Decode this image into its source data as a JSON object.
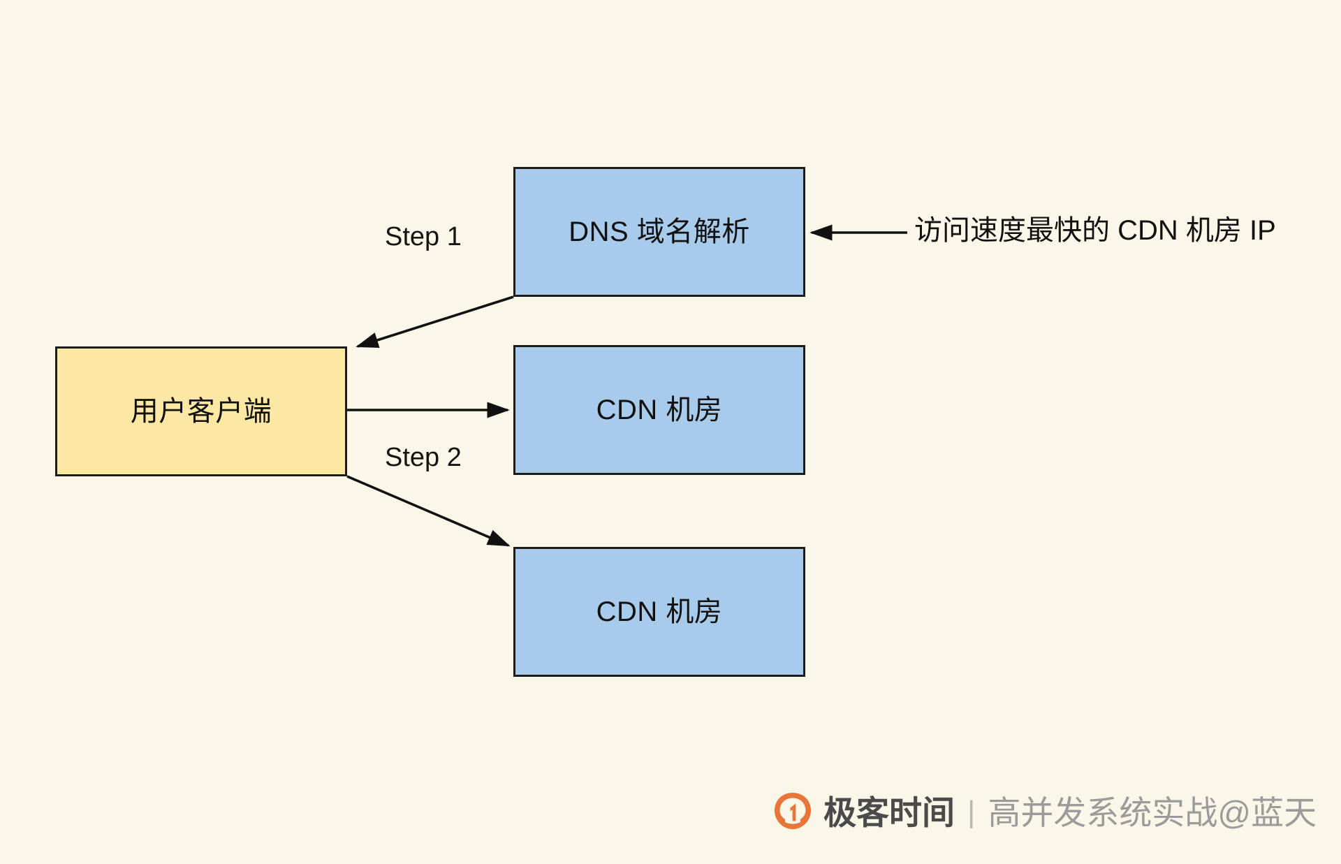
{
  "diagram": {
    "background_color": "#faf7e9",
    "nodes": [
      {
        "id": "dns",
        "label": "DNS 域名解析",
        "fill": "#a9cbeb",
        "stroke": "#1b1b1b"
      },
      {
        "id": "client",
        "label": "用户客户端",
        "fill": "#fce8a2",
        "stroke": "#1b1b1b"
      },
      {
        "id": "cdn_1",
        "label": "CDN 机房",
        "fill": "#a9cbeb",
        "stroke": "#1b1b1b"
      },
      {
        "id": "cdn_2",
        "label": "CDN 机房",
        "fill": "#a9cbeb",
        "stroke": "#1b1b1b"
      }
    ],
    "edges": [
      {
        "id": "dns_to_client",
        "label": "Step 1",
        "from": "dns",
        "to": "client"
      },
      {
        "id": "client_to_cdn_1",
        "label": "",
        "from": "client",
        "to": "cdn_1"
      },
      {
        "id": "client_to_cdn_2",
        "label": "Step 2",
        "from": "client",
        "to": "cdn_2"
      },
      {
        "id": "annotation_to_dns",
        "label": "访问速度最快的 CDN 机房 IP",
        "from": "annotation",
        "to": "dns"
      }
    ],
    "annotation": "访问速度最快的 CDN 机房 IP"
  },
  "footer": {
    "brand": "极客时间",
    "separator": "|",
    "course": "高并发系统实战@蓝天",
    "logo_color": "#e8763a"
  }
}
